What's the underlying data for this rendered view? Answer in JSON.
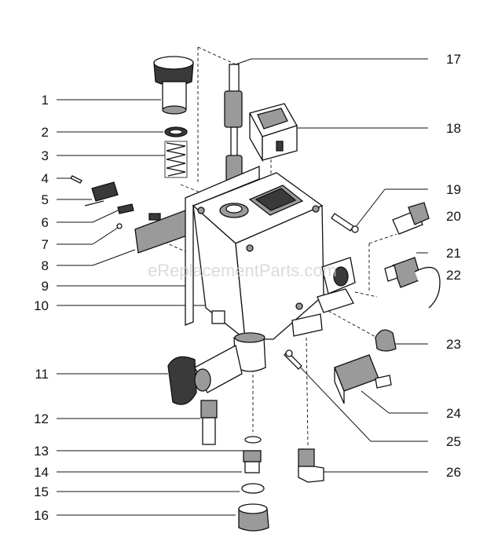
{
  "watermark": "eReplacementParts.com",
  "callouts_left": [
    "1",
    "2",
    "3",
    "4",
    "5",
    "6",
    "7",
    "8",
    "9",
    "10",
    "11",
    "12",
    "13",
    "14",
    "15",
    "16"
  ],
  "callouts_right": [
    "17",
    "18",
    "19",
    "20",
    "21",
    "22",
    "23",
    "24",
    "25",
    "26"
  ]
}
